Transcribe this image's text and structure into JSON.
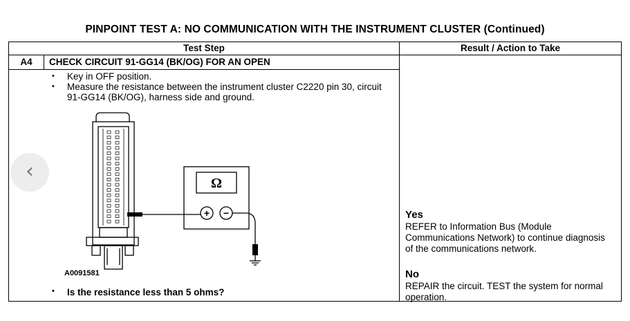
{
  "title": "PINPOINT TEST  A: NO COMMUNICATION WITH THE INSTRUMENT CLUSTER (Continued)",
  "headers": {
    "test_step": "Test Step",
    "result_action": "Result / Action to Take"
  },
  "step": {
    "id": "A4",
    "title": "CHECK CIRCUIT 91-GG14 (BK/OG) FOR AN OPEN",
    "bullets": [
      "Key in OFF position.",
      "Measure the resistance between the instrument cluster C2220 pin 30, circuit 91-GG14 (BK/OG), harness side and ground."
    ],
    "figure_id": "A0091581",
    "question": "Is the resistance less than 5 ohms?",
    "meter_symbol": "Ω",
    "meter_plus": "+",
    "meter_minus": "−"
  },
  "results": {
    "yes_label": "Yes",
    "yes_text": "REFER to Information Bus (Module Communications Network) to continue diagnosis of the communications network.",
    "no_label": "No",
    "no_text": "REPAIR the circuit. TEST the system for normal operation."
  },
  "nav": {
    "prev_icon": "chevron-left-icon",
    "prev_glyph": "‹"
  }
}
